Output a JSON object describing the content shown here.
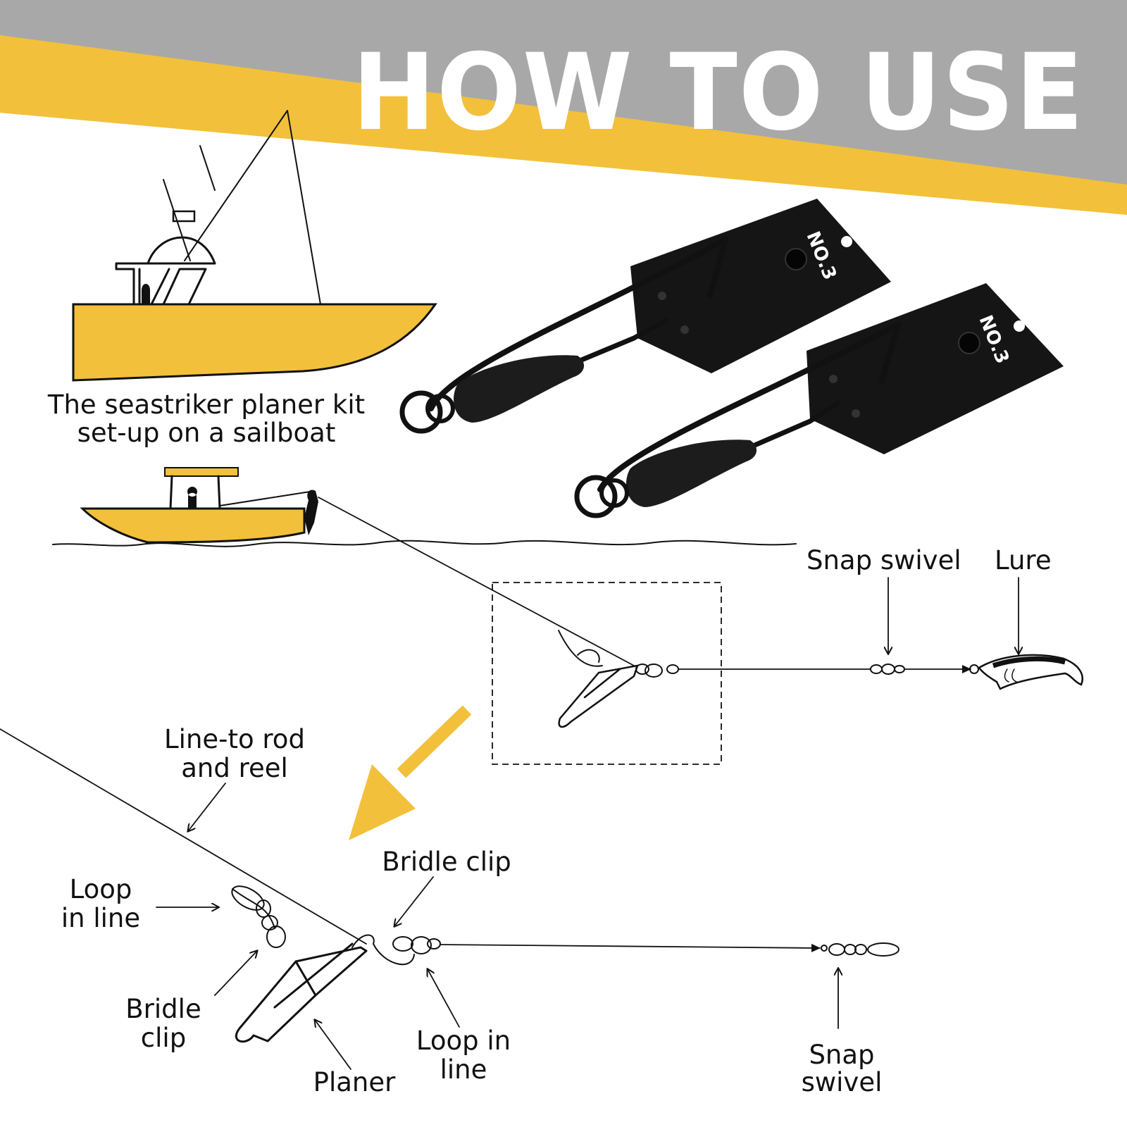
{
  "header": {
    "title": "HOW TO USE",
    "bg_gray": "#a8a8a8",
    "band_yellow": "#f2c03b"
  },
  "colors": {
    "accent": "#f2c03b",
    "ink": "#111111",
    "plate": "#111111"
  },
  "product": {
    "plate_label_1": "NO.3",
    "plate_label_2": "NO.3"
  },
  "captions": {
    "sailboat_line1": "The seastriker planer kit",
    "sailboat_line2": "set-up on a sailboat"
  },
  "overview_labels": {
    "snap_swivel": "Snap swivel",
    "lure": "Lure"
  },
  "detail_labels": {
    "line_to_rod_1": "Line-to rod",
    "line_to_rod_2": "and reel",
    "loop_left_1": "Loop",
    "loop_left_2": "in line",
    "bridle_left_1": "Bridle",
    "bridle_left_2": "clip",
    "planer": "Planer",
    "bridle_top": "Bridle clip",
    "loop_right_1": "Loop in",
    "loop_right_2": "line",
    "snap_1": "Snap",
    "snap_2": "swivel"
  },
  "icons": {
    "zoom_arrow": "down-left-arrow-icon"
  }
}
